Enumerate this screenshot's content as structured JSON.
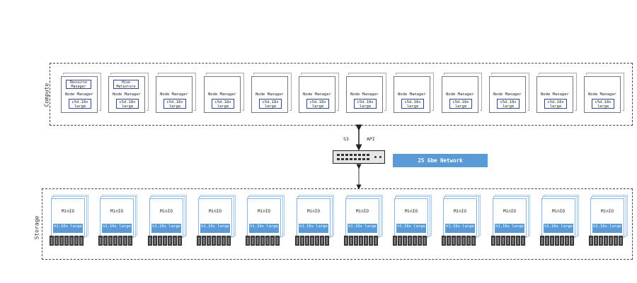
{
  "sections": {
    "compute_label": "Compute",
    "storage_label": "Storage"
  },
  "compute_nodes": [
    {
      "extra": "Resource Manager",
      "label": "Node Manager",
      "instance": "c5d.18x large"
    },
    {
      "extra": "Hive Metastore",
      "label": "Node Manager",
      "instance": "c5d.18x large"
    },
    {
      "extra": "",
      "label": "Node Manager",
      "instance": "c5d.18x large"
    },
    {
      "extra": "",
      "label": "Node Manager",
      "instance": "c5d.18x large"
    },
    {
      "extra": "",
      "label": "Node Manager",
      "instance": "c5d.18x large"
    },
    {
      "extra": "",
      "label": "Node Manager",
      "instance": "c5d.18x large"
    },
    {
      "extra": "",
      "label": "Node Manager",
      "instance": "c5d.18x large"
    },
    {
      "extra": "",
      "label": "Node Manager",
      "instance": "c5d.18x large"
    },
    {
      "extra": "",
      "label": "Node Manager",
      "instance": "c5d.18x large"
    },
    {
      "extra": "",
      "label": "Node Manager",
      "instance": "c5d.18x large"
    },
    {
      "extra": "",
      "label": "Node Manager",
      "instance": "c5d.18x large"
    },
    {
      "extra": "",
      "label": "Node Manager",
      "instance": "c5d.18x large"
    }
  ],
  "storage_nodes": [
    {
      "label": "MinIO",
      "instance": "h1.16x large"
    },
    {
      "label": "MinIO",
      "instance": "h1.16x large"
    },
    {
      "label": "MinIO",
      "instance": "h1.16x large"
    },
    {
      "label": "MinIO",
      "instance": "h1.16x large"
    },
    {
      "label": "MinIO",
      "instance": "h1.16x large"
    },
    {
      "label": "MinIO",
      "instance": "h1.16x large"
    },
    {
      "label": "MinIO",
      "instance": "h1.16x large"
    },
    {
      "label": "MinIO",
      "instance": "h1.16x large"
    },
    {
      "label": "MinIO",
      "instance": "h1.16x large"
    },
    {
      "label": "MinIO",
      "instance": "h1.16x large"
    },
    {
      "label": "MinIO",
      "instance": "h1.16x large"
    },
    {
      "label": "MinIO",
      "instance": "h1.16x large"
    }
  ],
  "connection": {
    "left_label": "S3",
    "right_label": "API"
  },
  "network": {
    "label": "25 Gbe Network"
  },
  "colors": {
    "accent": "#5b9bd5",
    "instance_border": "#2b4a8a"
  },
  "icons": {
    "switch": "network-switch-icon",
    "drive": "disk-drive-icon"
  }
}
